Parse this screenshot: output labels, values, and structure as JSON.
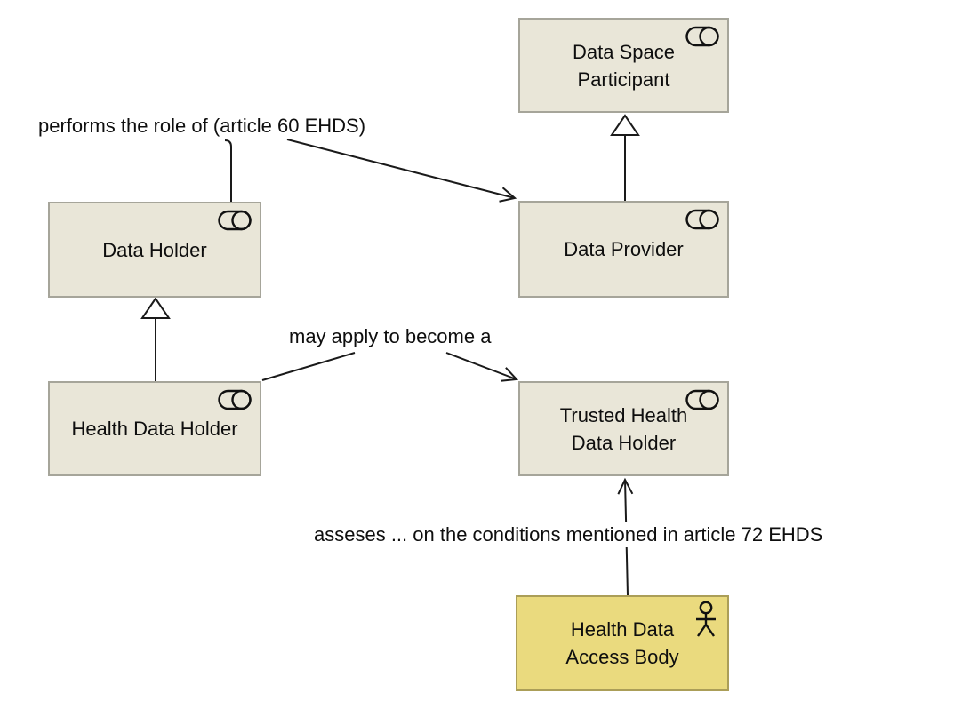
{
  "diagram": {
    "type": "uml-class-diagram",
    "colors": {
      "canvas-bg": "#ffffff",
      "node-fill": "#e9e6d8",
      "node-border": "#a6a59a",
      "highlight-fill": "#eada7e",
      "highlight-border": "#ab9e58",
      "line": "#1a1a1a",
      "text": "#0e0e0e",
      "label-bg": "#ffffff"
    },
    "nodes": [
      {
        "id": "data-space-participant",
        "label": "Data Space\nParticipant",
        "icon": "cylinder-icon"
      },
      {
        "id": "data-holder",
        "label": "Data Holder",
        "icon": "cylinder-icon"
      },
      {
        "id": "data-provider",
        "label": "Data Provider",
        "icon": "cylinder-icon"
      },
      {
        "id": "health-data-holder",
        "label": "Health Data Holder",
        "icon": "cylinder-icon"
      },
      {
        "id": "trusted-health-data-holder",
        "label": "Trusted Health\nData Holder",
        "icon": "cylinder-icon"
      },
      {
        "id": "health-data-access-body",
        "label": "Health Data\nAccess Body",
        "icon": "actor-icon"
      }
    ],
    "edges": [
      {
        "from": "data-holder",
        "to": "data-provider",
        "type": "association-arrow",
        "label": "performs the role of (article 60 EHDS)"
      },
      {
        "from": "data-provider",
        "to": "data-space-participant",
        "type": "generalization",
        "label": ""
      },
      {
        "from": "health-data-holder",
        "to": "data-holder",
        "type": "generalization",
        "label": ""
      },
      {
        "from": "health-data-holder",
        "to": "trusted-health-data-holder",
        "type": "association-arrow",
        "label": "may apply to become a"
      },
      {
        "from": "health-data-access-body",
        "to": "trusted-health-data-holder",
        "type": "association-arrow",
        "label": "asseses ... on the conditions mentioned in article 72 EHDS"
      }
    ]
  }
}
